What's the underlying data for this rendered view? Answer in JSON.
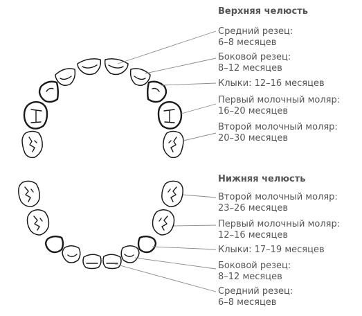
{
  "upper": {
    "title": "Верхняя челюсть",
    "labels": [
      {
        "name": "Средний резец:",
        "age": "6–8 месяцев"
      },
      {
        "name": "Боковой резец:",
        "age": "8–12 месяцев"
      },
      {
        "name": "Клыки: 12–16 месяцев"
      },
      {
        "name": "Первый молочный моляр:",
        "age": "16–20 месяцев"
      },
      {
        "name": "Второй молочный моляр:",
        "age": "20–30 месяцев"
      }
    ]
  },
  "lower": {
    "title": "Нижняя челюсть",
    "labels": [
      {
        "name": "Второй молочный моляр:",
        "age": "23–26 месяцев"
      },
      {
        "name": "Первый молочный моляр:",
        "age": "12–16 месяцев"
      },
      {
        "name": "Клыки: 17–19 месяцев"
      },
      {
        "name": "Боковой резец:",
        "age": "8–12 месяцев"
      },
      {
        "name": "Средний резец:",
        "age": "6–8 месяцев"
      }
    ]
  }
}
